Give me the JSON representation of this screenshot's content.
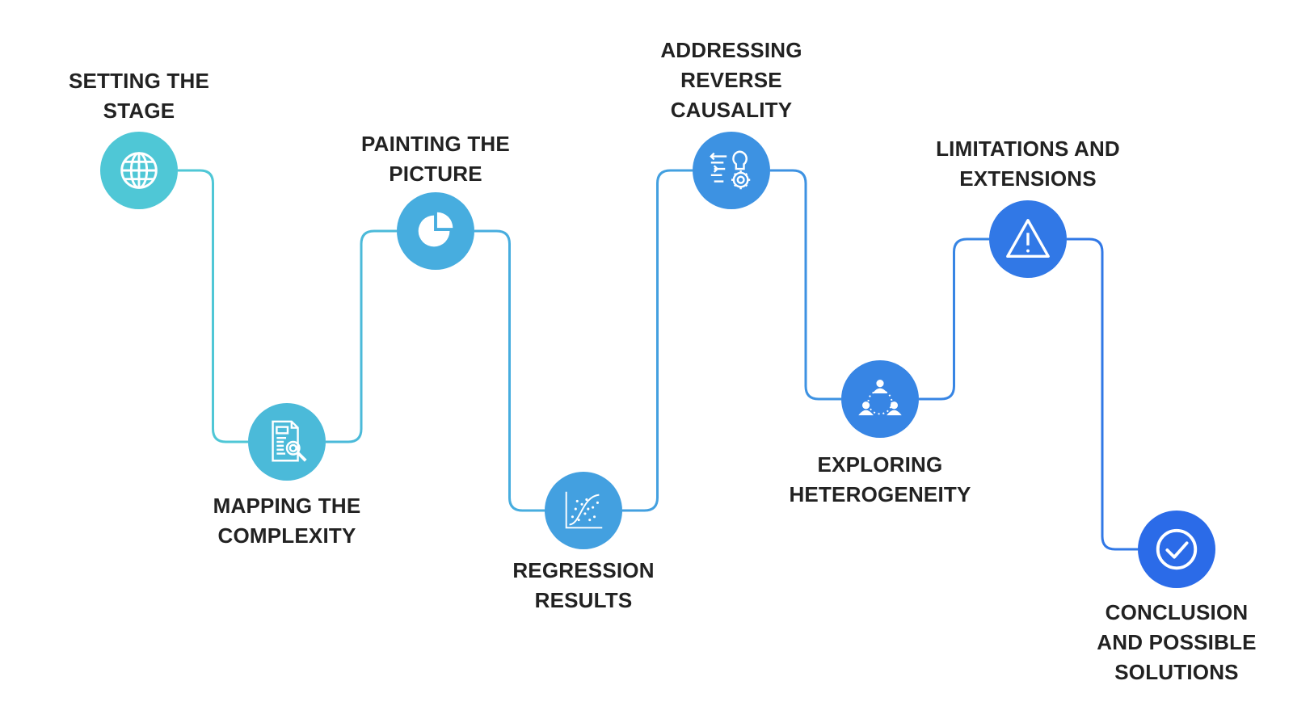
{
  "steps": [
    {
      "id": "setting-the-stage",
      "lines": [
        "SETTING THE",
        "STAGE"
      ],
      "icon": "globe-icon",
      "color": "#4fc7d6"
    },
    {
      "id": "mapping-the-complexity",
      "lines": [
        "MAPPING THE",
        "COMPLEXITY"
      ],
      "icon": "document-search-icon",
      "color": "#4bbad9"
    },
    {
      "id": "painting-the-picture",
      "lines": [
        "PAINTING THE",
        "PICTURE"
      ],
      "icon": "pie-chart-icon",
      "color": "#47addf"
    },
    {
      "id": "regression-results",
      "lines": [
        "REGRESSION",
        "RESULTS"
      ],
      "icon": "scatter-plot-icon",
      "color": "#43a0e0"
    },
    {
      "id": "addressing-reverse-causality",
      "lines": [
        "ADDRESSING",
        "REVERSE",
        "CAUSALITY"
      ],
      "icon": "idea-gears-icon",
      "color": "#3d92e2"
    },
    {
      "id": "exploring-heterogeneity",
      "lines": [
        "EXPLORING",
        "HETEROGENEITY"
      ],
      "icon": "team-network-icon",
      "color": "#3785e4"
    },
    {
      "id": "limitations-and-extensions",
      "lines": [
        "LIMITATIONS AND",
        "EXTENSIONS"
      ],
      "icon": "warning-icon",
      "color": "#3178e6"
    },
    {
      "id": "conclusion-and-possible-solutions",
      "lines": [
        "CONCLUSION",
        "AND POSSIBLE",
        "SOLUTIONS"
      ],
      "icon": "checkmark-icon",
      "color": "#2b6be8"
    }
  ]
}
